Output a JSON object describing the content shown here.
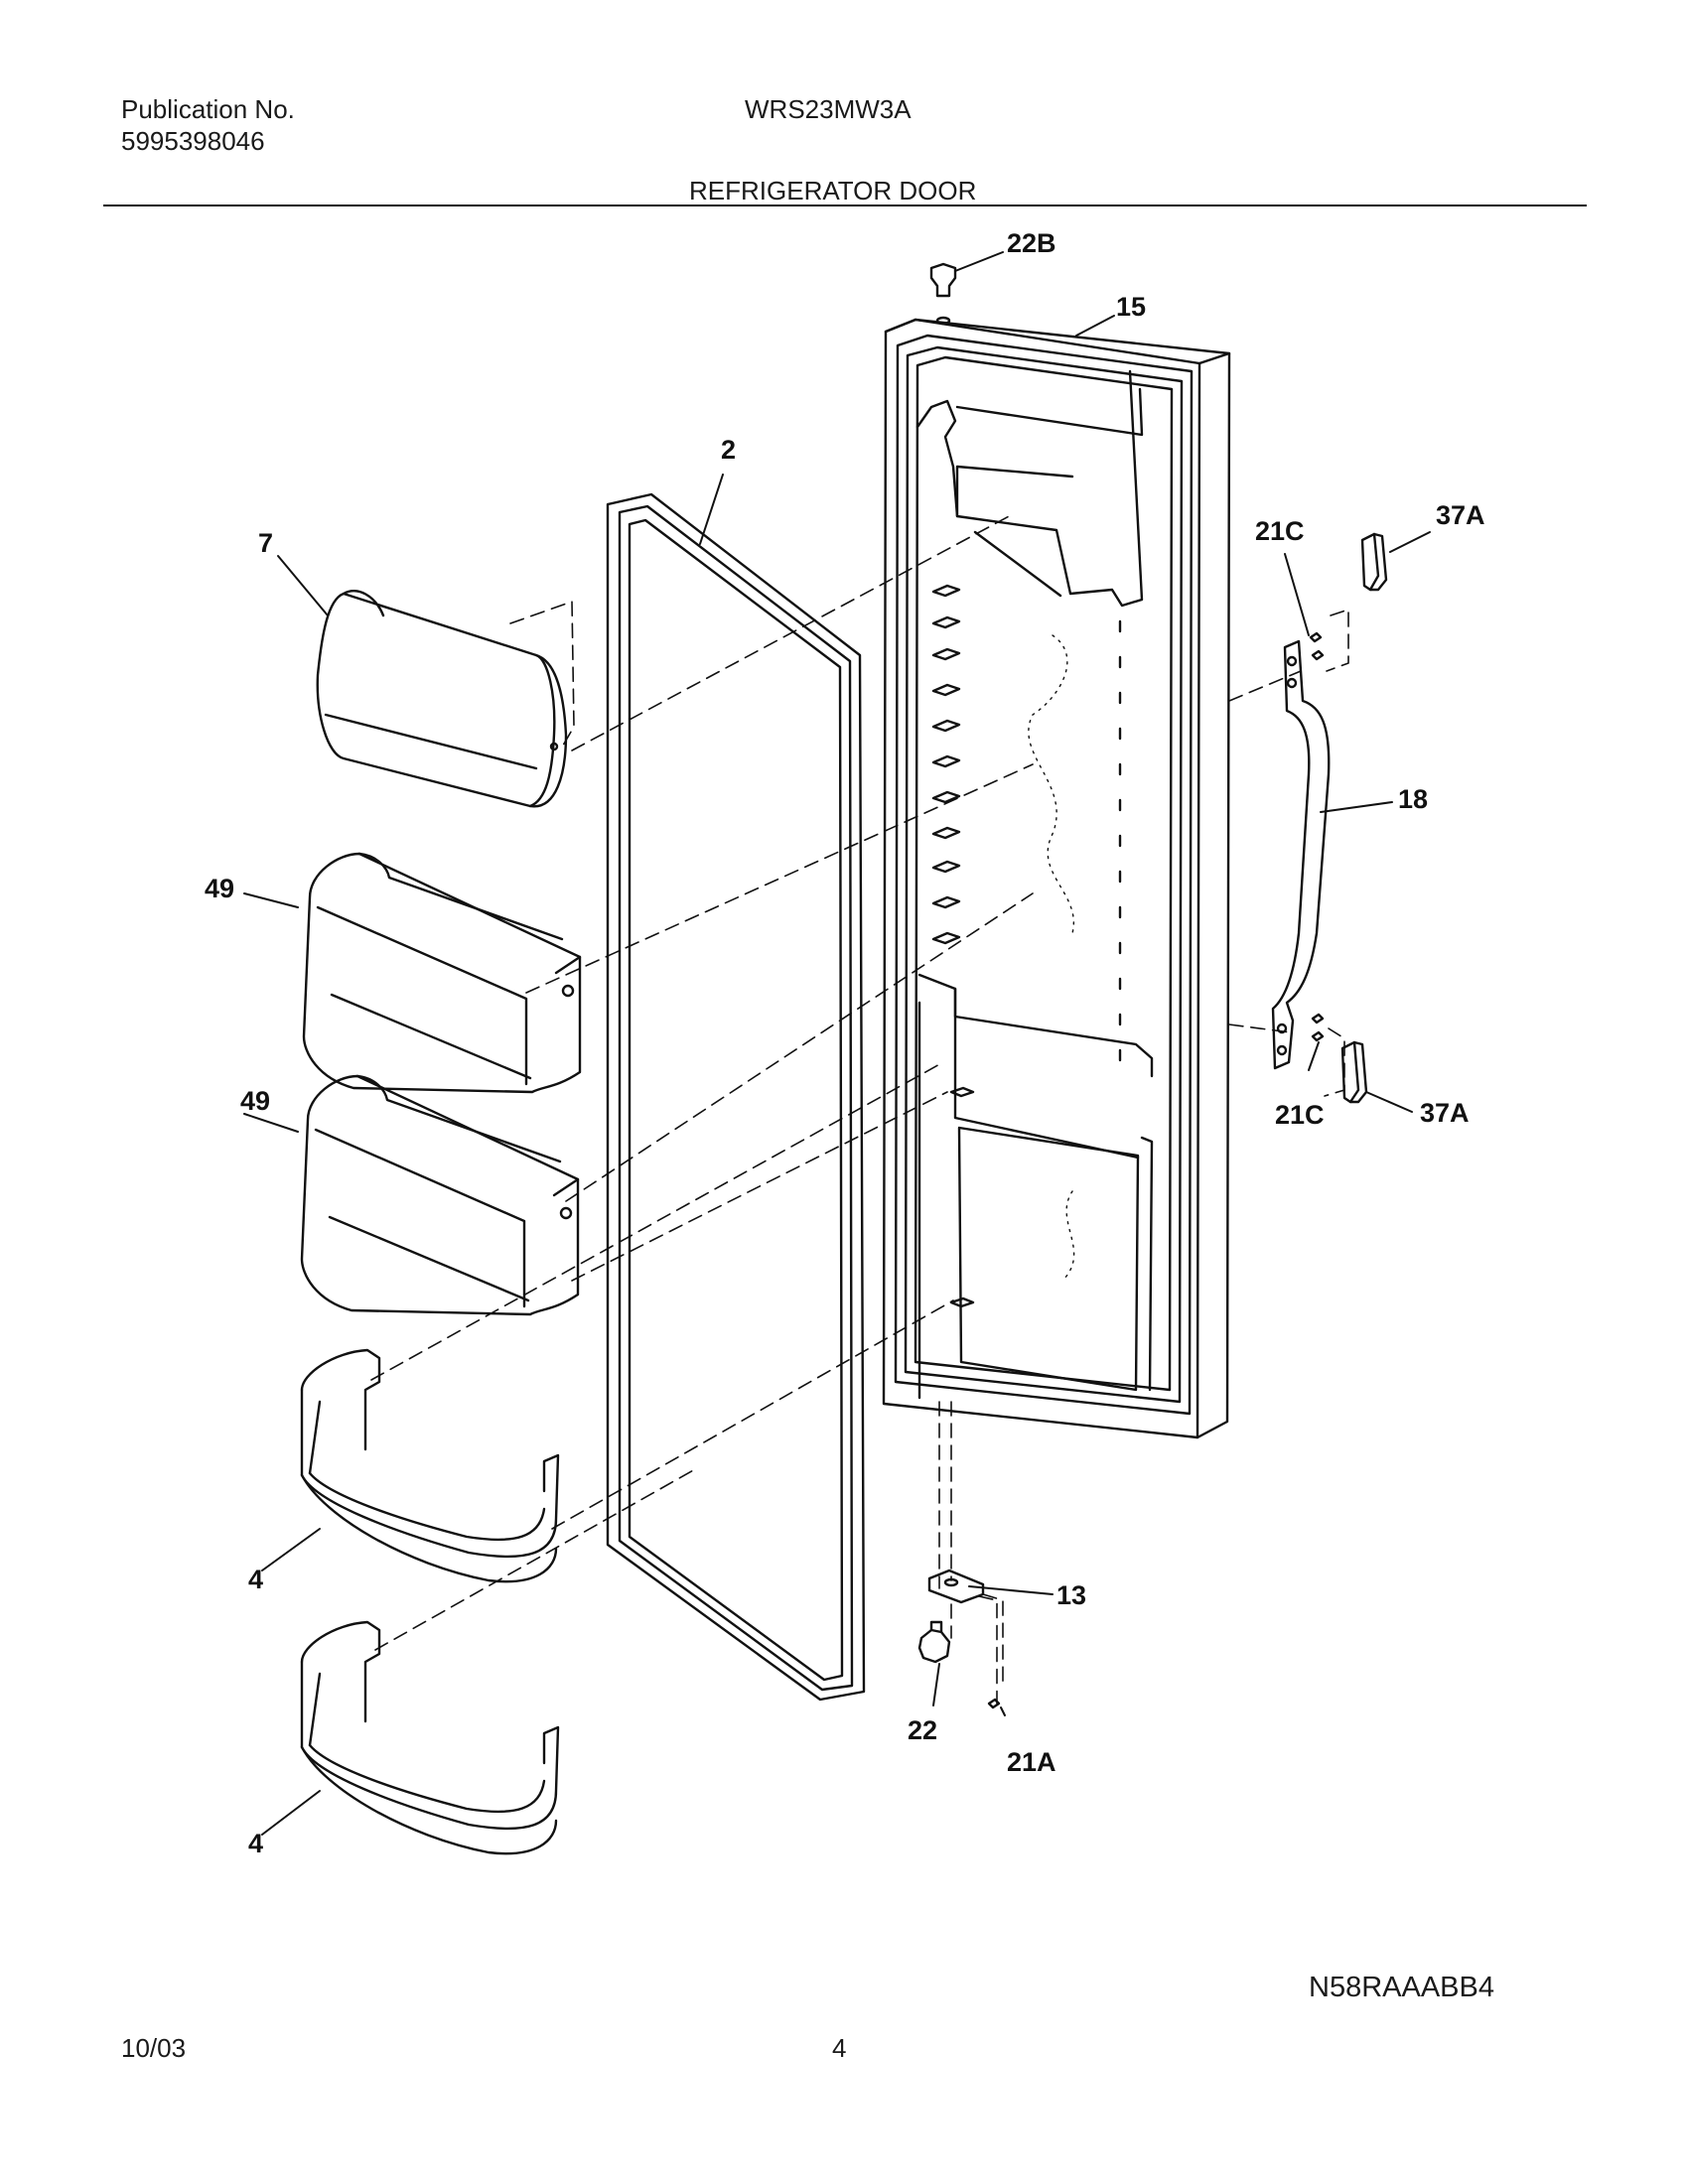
{
  "header": {
    "publication_label": "Publication No.",
    "publication_number": "5995398046",
    "model": "WRS23MW3A",
    "section_title": "REFRIGERATOR DOOR"
  },
  "callouts": {
    "c22B": "22B",
    "c15": "15",
    "c2": "2",
    "c7": "7",
    "c21C_top": "21C",
    "c37A_top": "37A",
    "c18": "18",
    "c49_top": "49",
    "c49_bottom": "49",
    "c21C_bottom": "21C",
    "c37A_bottom": "37A",
    "c4_top": "4",
    "c4_bottom": "4",
    "c13": "13",
    "c22": "22",
    "c21A": "21A"
  },
  "footer": {
    "drawing_code": "N58RAAABB4",
    "date": "10/03",
    "page_number": "4"
  }
}
